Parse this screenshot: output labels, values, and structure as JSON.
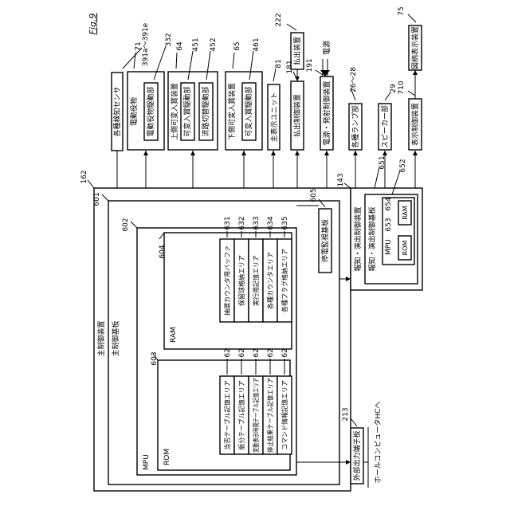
{
  "figure_label": "Fig.9",
  "boards": {
    "main_control_device": "主制御装置",
    "main_control_board": "主制御基板",
    "mpu": "MPU",
    "rom": "ROM",
    "ram": "RAM",
    "stop_info_output_board": "停電監視基板",
    "notice_device": "報知・演出制御装置",
    "notice_board": "報知・演出制御基板",
    "sub_mpu": "MPU",
    "sub_rom": "ROM",
    "sub_ram": "RAM",
    "external_terminal_board": "外部出力端子板",
    "hall_computer": "ホールコンピュータHCへ"
  },
  "rom_areas": [
    {
      "label": "当否テーブル記憶エリア",
      "ref": "621"
    },
    {
      "label": "振分テーブル記憶エリア",
      "ref": "622"
    },
    {
      "label": "変動表示時間テーブル記憶エリア",
      "ref": "623"
    },
    {
      "label": "停止結果テーブル記憶エリア",
      "ref": "624"
    },
    {
      "label": "コマンド情報記憶エリア",
      "ref": "625"
    }
  ],
  "ram_areas": [
    {
      "label": "抽選カウンタ用バッファ",
      "ref": "631"
    },
    {
      "label": "保留球格納エリア",
      "ref": "632"
    },
    {
      "label": "実行用記憶エリア",
      "ref": "633"
    },
    {
      "label": "各種カウンタエリア",
      "ref": "634"
    },
    {
      "label": "各種フラグ格納エリア",
      "ref": "635"
    }
  ],
  "top_devices": {
    "sensor": "各種検知センサ",
    "electric_device": "電動役物",
    "electric_drive": "電動役物駆動部",
    "upper_unit": "上側可変入賞装置",
    "upper_drive1": "可変入賞駆動部",
    "upper_drive2": "流路切替駆動部",
    "lower_unit": "下側可変入賞装置",
    "lower_drive": "可変入賞駆動部",
    "main_display": "主表示ユニット",
    "payout_control": "払出制御装置",
    "payout_device": "払出装置",
    "power_control": "電源・発射制御装置",
    "power_source": "電源",
    "lamp": "各種ランプ部",
    "speaker": "スピーカー部",
    "display_control": "表示制御装置",
    "figure_display": "図柄表示装置"
  },
  "refs": {
    "sensor": "391a〜391e",
    "electric_device": "71",
    "electric_drive": "332",
    "upper_unit": "64",
    "upper_drive1": "451",
    "upper_drive2": "452",
    "lower_unit": "65",
    "lower_drive": "461",
    "main_display": "81",
    "payout_control": "181",
    "payout_device": "222",
    "power_control": "191",
    "lamp": "26〜28",
    "speaker": "29",
    "display_control": "710",
    "figure_display": "75",
    "main_device": "162",
    "main_board": "601",
    "mpu": "602",
    "rom": "603",
    "ram": "604",
    "stop_board": "605",
    "notice_device": "143",
    "notice_board": "651",
    "notice_board_inner": "652",
    "sub_mpu": "653",
    "sub_rom_ram": "654",
    "external": "213"
  }
}
